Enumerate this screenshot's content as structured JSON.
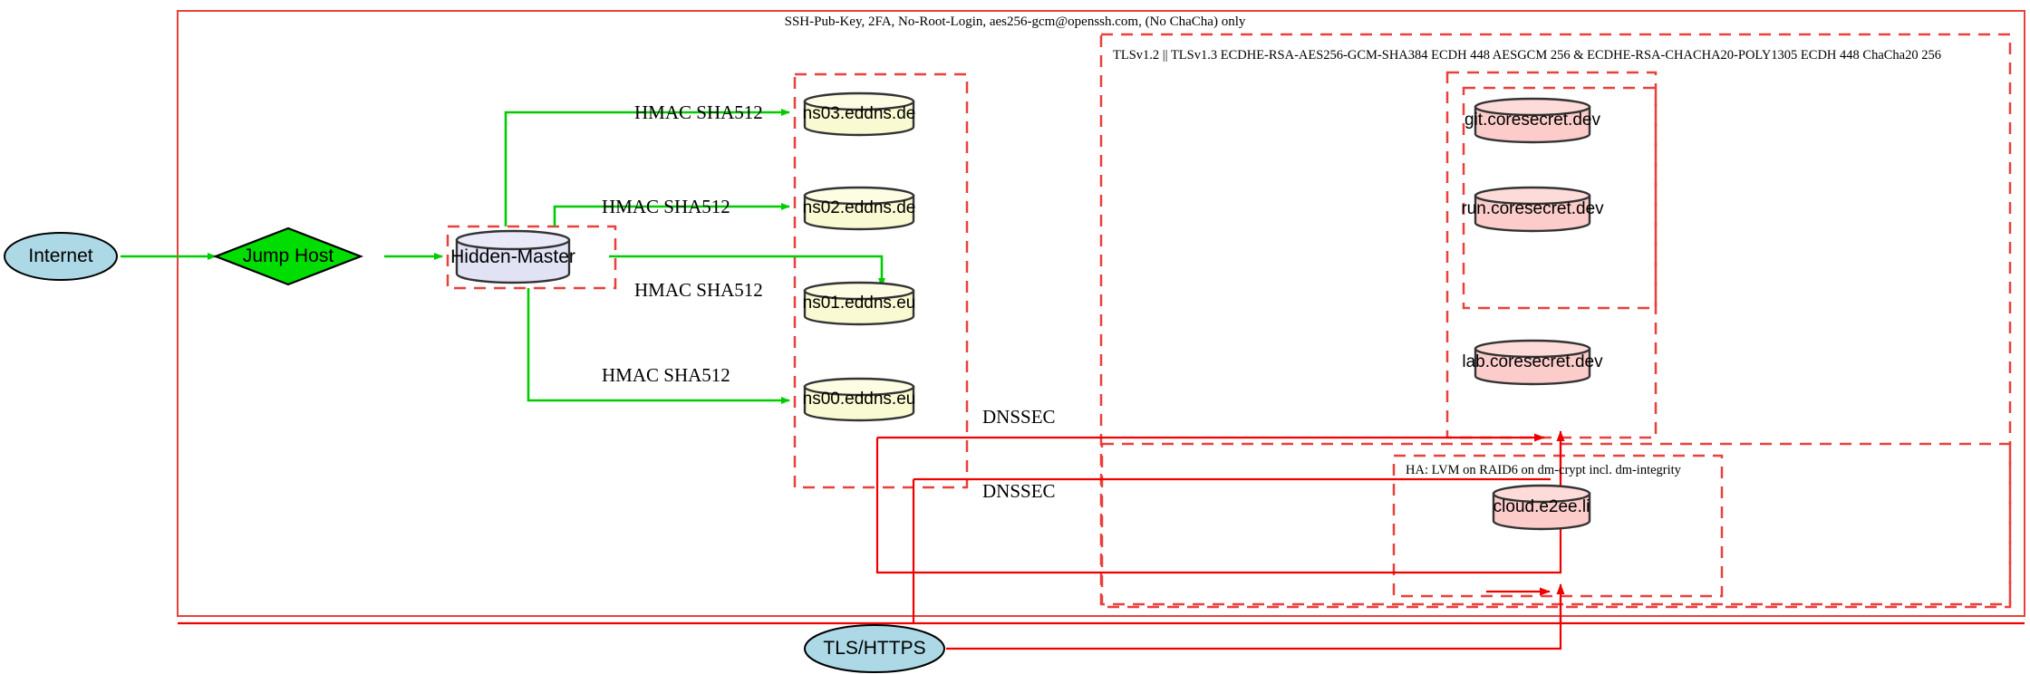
{
  "diagram": {
    "title_banner": "SSH-Pub-Key, 2FA, No-Root-Login, aes256-gcm@openssh.com, (No ChaCha) only",
    "tls_banner": "TLSv1.2 || TLSv1.3 ECDHE-RSA-AES256-GCM-SHA384 ECDH 448 AESGCM 256 & ECDHE-RSA-CHACHA20-POLY1305 ECDH 448 ChaCha20 256",
    "ha_banner": "HA: LVM on RAID6 on dm-crypt incl. dm-integrity",
    "colors": {
      "boundary_red": "#e8413c",
      "link_green": "#00cc00",
      "link_red": "#ee0000",
      "cloud_fill": "#add8e6",
      "jump_fill": "#00dd00",
      "master_fill": "#e2e2f5",
      "dns_fill": "#fafad2",
      "app_fill": "#fcccca",
      "stroke_dark": "#333333"
    },
    "nodes": {
      "internet": "Internet",
      "jump_host": "Jump Host",
      "hidden_master": "Hidden-Master",
      "ns03": "ns03.eddns.de",
      "ns02": "ns02.eddns.de",
      "ns01": "ns01.eddns.eu",
      "ns00": "ns00.eddns.eu",
      "git": "git.coresecret.dev",
      "run": "run.coresecret.dev",
      "lab": "lab.coresecret.dev",
      "cloud": "cloud.e2ee.li",
      "tls_https": "TLS/HTTPS"
    },
    "edge_labels": {
      "hmac_ns03": "HMAC SHA512",
      "hmac_ns02": "HMAC SHA512",
      "hmac_ns01": "HMAC SHA512",
      "hmac_ns00": "HMAC SHA512",
      "dnssec_upper": "DNSSEC",
      "dnssec_lower": "DNSSEC"
    }
  }
}
